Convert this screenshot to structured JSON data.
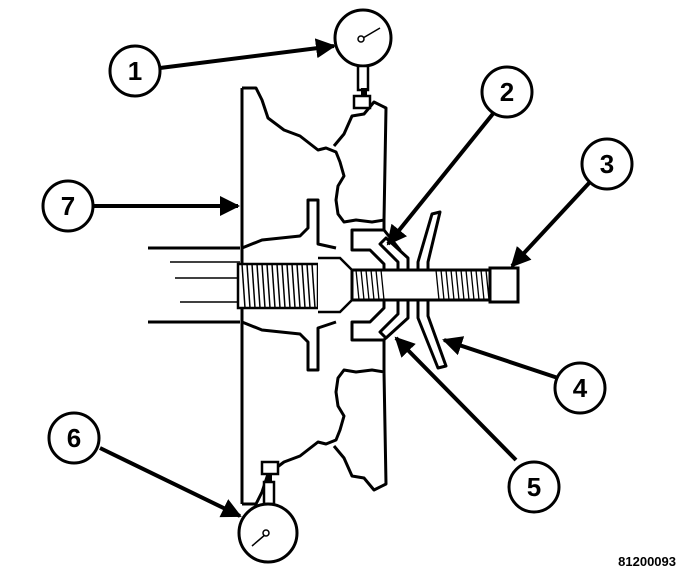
{
  "callouts": [
    {
      "number": "1"
    },
    {
      "number": "2"
    },
    {
      "number": "3"
    },
    {
      "number": "4"
    },
    {
      "number": "5"
    },
    {
      "number": "6"
    },
    {
      "number": "7"
    }
  ],
  "figure_id": "81200093",
  "colors": {
    "ink": "#000000",
    "paper": "#ffffff"
  }
}
